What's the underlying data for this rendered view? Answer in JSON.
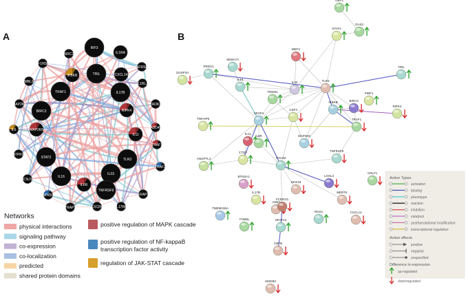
{
  "panel_a": {
    "letter": "A",
    "nodes": [
      {
        "id": "IRF3",
        "label": "IRF3",
        "size": "big",
        "color": "black"
      },
      {
        "id": "IL1RA",
        "label": "IL1RA",
        "size": "med",
        "color": "black"
      },
      {
        "id": "BIRC2",
        "label": "BIRC2",
        "size": "small",
        "color": "black"
      },
      {
        "id": "KIF1HD66",
        "label": "KIF1HD66",
        "size": "small",
        "color": "black"
      },
      {
        "id": "TRIL",
        "label": "TRIL",
        "size": "big",
        "color": "black"
      },
      {
        "id": "TNFRSF9B",
        "label": "TNFRSF9",
        "size": "small",
        "color": "black"
      },
      {
        "id": "IKBKB",
        "label": "IKBKB",
        "size": "med",
        "color": "orange"
      },
      {
        "id": "CXCL14",
        "label": "CXCL14",
        "size": "med",
        "color": "black"
      },
      {
        "id": "MBL2",
        "label": "MBL2",
        "size": "small",
        "color": "black"
      },
      {
        "id": "TRAF1",
        "label": "TRAF1",
        "size": "big",
        "color": "black"
      },
      {
        "id": "IL17B",
        "label": "IL17B",
        "size": "big",
        "color": "black"
      },
      {
        "id": "IL1RL1",
        "label": "IL1RL1",
        "size": "small",
        "color": "black"
      },
      {
        "id": "MAP2K3",
        "label": "MAP2K3",
        "size": "small",
        "color": "black"
      },
      {
        "id": "BIRC3",
        "label": "BIRC3",
        "size": "big",
        "color": "black"
      },
      {
        "id": "RIPK4",
        "label": "RIPK4",
        "size": "med",
        "color": "red"
      },
      {
        "id": "TAOK3",
        "label": "TAOK3",
        "size": "small",
        "color": "black"
      },
      {
        "id": "IL6",
        "label": "IL6",
        "size": "small",
        "color": "orange"
      },
      {
        "id": "MAP2K6",
        "label": "MAP2K6",
        "size": "med",
        "color": "red"
      },
      {
        "id": "IL1",
        "label": "IL11",
        "size": "med",
        "color": "red"
      },
      {
        "id": "GADD45A",
        "label": "GADD45A",
        "size": "small",
        "color": "red"
      },
      {
        "id": "TRAF7",
        "label": "TRAF7",
        "size": "small",
        "color": "red"
      },
      {
        "id": "ATPKC",
        "label": "ATPKC",
        "size": "small",
        "color": "black"
      },
      {
        "id": "STAT2",
        "label": "STAT2",
        "size": "big",
        "color": "black"
      },
      {
        "id": "TLR3",
        "label": "TLR3",
        "size": "big",
        "color": "black"
      },
      {
        "id": "IL33",
        "label": "IL33",
        "size": "big",
        "color": "black"
      },
      {
        "id": "IL16",
        "label": "IL16",
        "size": "big",
        "color": "black"
      },
      {
        "id": "TRAF2",
        "label": "TRAF2",
        "size": "small",
        "color": "blue"
      },
      {
        "id": "KCNJ15",
        "label": "KCNJ15",
        "size": "small",
        "color": "black"
      },
      {
        "id": "IL6R",
        "label": "IL6R",
        "size": "med",
        "color": "red"
      },
      {
        "id": "TNFRSF9",
        "label": "TNFRSF9",
        "size": "big",
        "color": "black"
      },
      {
        "id": "NFKB1",
        "label": "NFKB1",
        "size": "small",
        "color": "blue"
      },
      {
        "id": "ERAP1",
        "label": "ERAP1",
        "size": "small",
        "color": "black"
      },
      {
        "id": "TRAP1",
        "label": "TRAP1",
        "size": "small",
        "color": "black"
      },
      {
        "id": "CXCR4",
        "label": "CXCR4",
        "size": "small",
        "color": "black"
      },
      {
        "id": "IL17RB",
        "label": "IL17RB",
        "size": "small",
        "color": "black"
      }
    ],
    "colors": {
      "black": "#0d0d0d",
      "red": "#b0353a",
      "orange": "#c58a1a",
      "blue": "#2a6aa8",
      "edge_pink": "#ec9c9c",
      "edge_purple": "#9a8fc4",
      "edge_blue": "#7aa8dc",
      "edge_teal": "#7cc4cc"
    }
  },
  "legend_a": {
    "networks_title": "Networks",
    "networks": [
      {
        "label": "physical interactions",
        "color": "#f0a7a6"
      },
      {
        "label": "signaling pathway",
        "color": "#a9d7e8"
      },
      {
        "label": "co-expression",
        "color": "#c2b2d4"
      },
      {
        "label": "co-localization",
        "color": "#a8bfe3"
      },
      {
        "label": "predicted",
        "color": "#f6d5a4"
      },
      {
        "label": "shared protein domains",
        "color": "#e4e0cf"
      }
    ],
    "functions": [
      {
        "label": "positive regulation of MAPK cascade",
        "color": "#b85a5e"
      },
      {
        "label": "positive regulation of NF-kappaB transcription factor activity",
        "line1": "positive regulation of NF-kappaB",
        "line2": "transcription factor activity",
        "color": "#4a87bd"
      },
      {
        "label": "regulation of JAK-STAT cascade",
        "color": "#d79f2c"
      }
    ]
  },
  "panel_b": {
    "letter": "B",
    "nodes": [
      {
        "id": "GBP1",
        "label": "GBP1",
        "color": "#a8d8a0",
        "reg": "up"
      },
      {
        "id": "OAS2",
        "label": "OAS2",
        "color": "#a8d8a0",
        "reg": "up"
      },
      {
        "id": "STAT2",
        "label": "STAT2",
        "color": "#d9e6a0",
        "reg": "up"
      },
      {
        "id": "MEFV",
        "label": "MEFV",
        "color": "#e07a80",
        "reg": "down"
      },
      {
        "id": "SEMA7A",
        "label": "SEMA7A",
        "color": "#a8d8d0",
        "reg": "down"
      },
      {
        "id": "DUSP10",
        "label": "DUSP10",
        "color": "#d2e4a0",
        "reg": "down"
      },
      {
        "id": "PRDX1",
        "label": "PRDX1",
        "color": "#a8d8d0",
        "reg": "up"
      },
      {
        "id": "IL16",
        "label": "IL16",
        "color": "#a8d8d0",
        "reg": "up"
      },
      {
        "id": "IL33",
        "label": "IL33",
        "color": "#d0c8e0",
        "reg": "up"
      },
      {
        "id": "TREM1",
        "label": "TREM1",
        "color": "#a8d8a0",
        "reg": "up"
      },
      {
        "id": "TLR3",
        "label": "TLR3",
        "color": "#e0bcb0",
        "reg": "up"
      },
      {
        "id": "TRIL",
        "label": "TRIL",
        "color": "#a8d8d0",
        "reg": "up"
      },
      {
        "id": "PIBF1",
        "label": "PIBF1",
        "color": "#d8e4a0",
        "reg": "up"
      },
      {
        "id": "BIRC3",
        "label": "BIRC3",
        "color": "#8a7ad0",
        "reg": "down"
      },
      {
        "id": "IKBKB",
        "label": "IKBKB",
        "color": "#a8d0e0",
        "reg": "up"
      },
      {
        "id": "RIPK4",
        "label": "RIPK4",
        "color": "#d2e4a0",
        "reg": "down"
      },
      {
        "id": "TRAF1",
        "label": "TRAF1",
        "color": "#a8d8a0",
        "reg": "down"
      },
      {
        "id": "TNFAIP6",
        "label": "TNFAIP6",
        "color": "#d8e4a0",
        "reg": "up"
      },
      {
        "id": "VEGFA",
        "label": "VEGFA",
        "color": "#a8d0e0",
        "reg": "up"
      },
      {
        "id": "CSF3",
        "label": "CSF3",
        "color": "#d8e4a0",
        "reg": "down"
      },
      {
        "id": "IL11",
        "label": "IL11",
        "color": "#d86070",
        "reg": "up"
      },
      {
        "id": "IL6R",
        "label": "IL6R",
        "color": "#a8d8a0",
        "reg": "up"
      },
      {
        "id": "MAP2K6",
        "label": "MAP2K6",
        "color": "#a8d0e0",
        "reg": "down"
      },
      {
        "id": "TNFRSF9",
        "label": "TNFRSF9",
        "color": "#a8d8d0",
        "reg": "down"
      },
      {
        "id": "ANGPTL4",
        "label": "ANGPTL4",
        "color": "#c8e0a0",
        "reg": "up"
      },
      {
        "id": "CTGF",
        "label": "CTGF",
        "color": "#d8e4a0",
        "reg": "up"
      },
      {
        "id": "ITGAM",
        "label": "ITGAM",
        "color": "#a8d8d0",
        "reg": "up"
      },
      {
        "id": "LOXL3",
        "label": "LOXL3",
        "color": "#8a7ad0",
        "reg": "down"
      },
      {
        "id": "CRLF1",
        "label": "CRLF1",
        "color": "#a8d8a0",
        "reg": "down"
      },
      {
        "id": "BTN3A1",
        "label": "BTN3A1",
        "color": "#d8a0c8",
        "reg": "down"
      },
      {
        "id": "DHX33",
        "label": "DHX33",
        "color": "#e0bcb0",
        "reg": "down"
      },
      {
        "id": "MERTK",
        "label": "MERTK",
        "color": "#e0bcb0",
        "reg": "down"
      },
      {
        "id": "IL17B",
        "label": "IL17B",
        "color": "#d8e4a0",
        "reg": "down"
      },
      {
        "id": "ASB3",
        "label": "ASB3",
        "color": "#e0bcb0",
        "reg": "down"
      },
      {
        "id": "FCER1G",
        "label": "FCER1G",
        "color": "#c08070",
        "reg": "down"
      },
      {
        "id": "TMEM106A",
        "label": "TMEM106A",
        "color": "#a8c8e8",
        "reg": "up"
      },
      {
        "id": "TOM5L",
        "label": "TOM5L",
        "color": "#a8d8a0",
        "reg": "up"
      },
      {
        "id": "NFATC2",
        "label": "NFATC2",
        "color": "#a8d8d0",
        "reg": "up"
      },
      {
        "id": "RGS1",
        "label": "RGS1",
        "color": "#a8d8d0",
        "reg": "up"
      },
      {
        "id": "CXCL14",
        "label": "CXCL14",
        "color": "#e0bcb0",
        "reg": "down"
      },
      {
        "id": "CBFB",
        "label": "CBFB",
        "color": "#e0bcb0",
        "reg": "down"
      },
      {
        "id": "HMGB2",
        "label": "HMGB2",
        "color": "#e0bcb0",
        "reg": "down"
      }
    ],
    "colors": {
      "up": "#2aa02a",
      "down": "#d62728",
      "edge": "#bcbcbc",
      "edge_blue": "#4a50c0",
      "edge_yellow": "#d8d060",
      "edge_teal": "#70c0c0",
      "edge_purple": "#a060c0"
    }
  },
  "legend_b": {
    "action_types_title": "Action Types",
    "action_types": [
      {
        "label": "activation",
        "color": "#4cae4c"
      },
      {
        "label": "binding",
        "color": "#4a50c0"
      },
      {
        "label": "phenotype",
        "color": "#5fd0d0"
      },
      {
        "label": "reaction",
        "color": "#222222"
      },
      {
        "label": "inhibition",
        "color": "#d94c4c"
      },
      {
        "label": "catalysis",
        "color": "#c070c8"
      },
      {
        "label": "posttranslational modification",
        "color": "#d070a8"
      },
      {
        "label": "transcriptional regulation",
        "color": "#d8c050"
      }
    ],
    "action_effects_title": "Action effects",
    "action_effects": [
      {
        "label": "positive",
        "head": "arrow"
      },
      {
        "label": "negative",
        "head": "bar"
      },
      {
        "label": "unspecified",
        "head": "dot"
      }
    ],
    "difference_title": "Difference in expression",
    "up_label": "up-regulated",
    "down_label": "downregulated"
  }
}
